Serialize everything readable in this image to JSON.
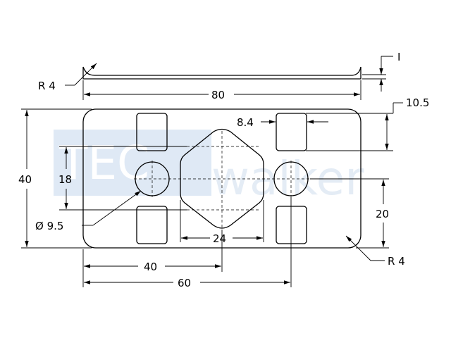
{
  "watermark": {
    "boxed_text": "TEC",
    "text": "walker"
  },
  "thickness_view": {
    "thickness_label": "I",
    "radius_label": "R 4",
    "length_label": "80"
  },
  "plan_view": {
    "labels": {
      "overall_height": "40",
      "slot_spacing": "18",
      "hole_diameter": "Ø 9.5",
      "slot_width": "8.4",
      "offset_top": "10.5",
      "offset_right": "20",
      "corner_radius": "R 4",
      "center_width": "24",
      "dist_40": "40",
      "dist_60": "60"
    }
  }
}
